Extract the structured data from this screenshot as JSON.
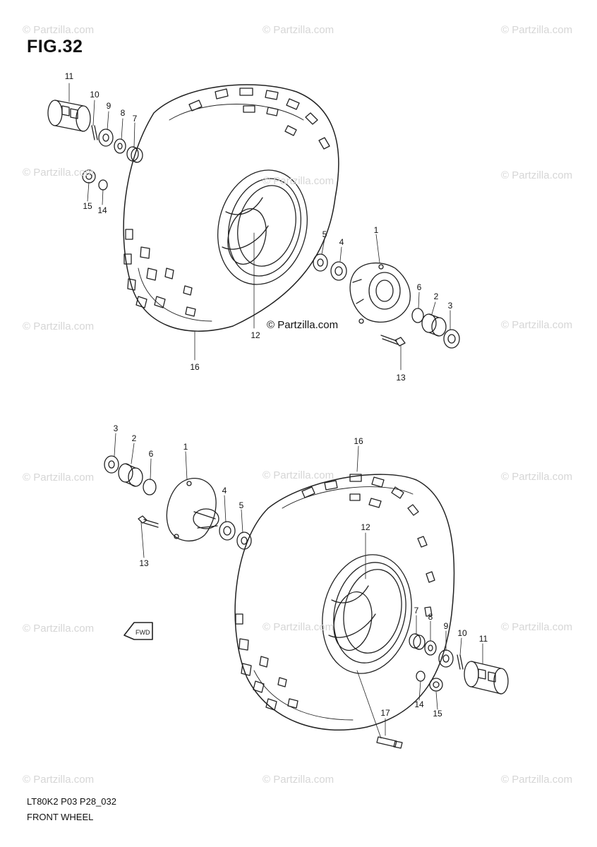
{
  "figure": {
    "title": "FIG.32",
    "code": "LT80K2 P03 P28_032",
    "name": "FRONT WHEEL",
    "credit": "© Partzilla.com"
  },
  "watermark": {
    "text": "© Partzilla.com"
  },
  "callouts_upper": [
    "11",
    "10",
    "9",
    "8",
    "7",
    "15",
    "14",
    "5",
    "4",
    "1",
    "6",
    "2",
    "3",
    "12",
    "13",
    "16"
  ],
  "callouts_lower": [
    "3",
    "2",
    "6",
    "1",
    "4",
    "5",
    "13",
    "16",
    "12",
    "7",
    "8",
    "9",
    "10",
    "11",
    "14",
    "15",
    "17"
  ],
  "direction_arrow": {
    "icon": "front-direction-arrow-icon",
    "text": "FWD"
  }
}
